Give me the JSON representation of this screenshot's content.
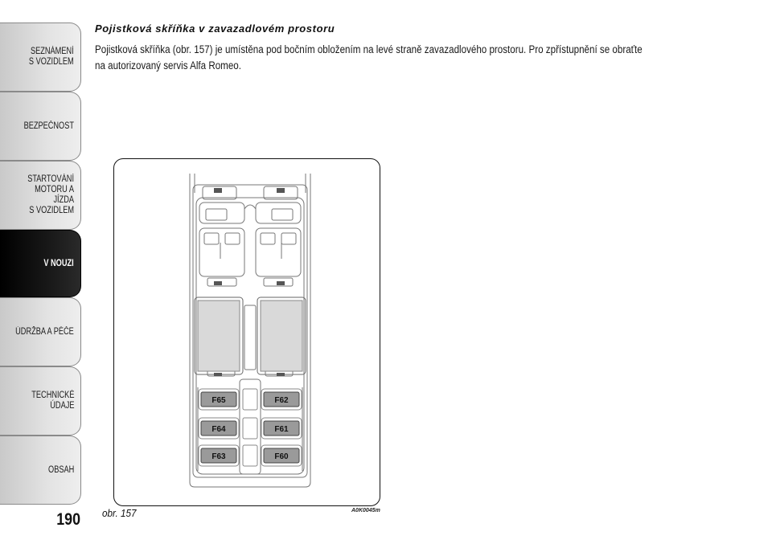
{
  "sidebar": {
    "tabs": [
      {
        "label": "SEZNÁMENÍ\nS VOZIDLEM",
        "active": false
      },
      {
        "label": "BEZPEČNOST",
        "active": false
      },
      {
        "label": "STARTOVÁNÍ\nMOTORU A JÍZDA\nS VOZIDLEM",
        "active": false
      },
      {
        "label": "V NOUZI",
        "active": true
      },
      {
        "label": "ÚDRŽBA A PÉČE",
        "active": false
      },
      {
        "label": "TECHNICKÉ\nÚDAJE",
        "active": false
      },
      {
        "label": "OBSAH",
        "active": false
      }
    ]
  },
  "page_number": "190",
  "section": {
    "heading": "Pojistková skříňka v zavazadlovém prostoru",
    "paragraph_line1": "Pojistková skříňka (obr. 157) je umístěna pod bočním obložením na levé straně zavazadlového prostoru. Pro zpřístupnění se obraťte",
    "paragraph_line2": "na autorizovaný servis Alfa Romeo."
  },
  "figure": {
    "caption": "obr. 157",
    "code": "A0K0045m",
    "fuses": {
      "left": [
        "F65",
        "F64",
        "F63"
      ],
      "right": [
        "F62",
        "F61",
        "F60"
      ]
    }
  },
  "colors": {
    "active_tab": "#000000",
    "inactive_tab": "#dcdcdc",
    "fuse_fill": "#9a9a9a"
  }
}
